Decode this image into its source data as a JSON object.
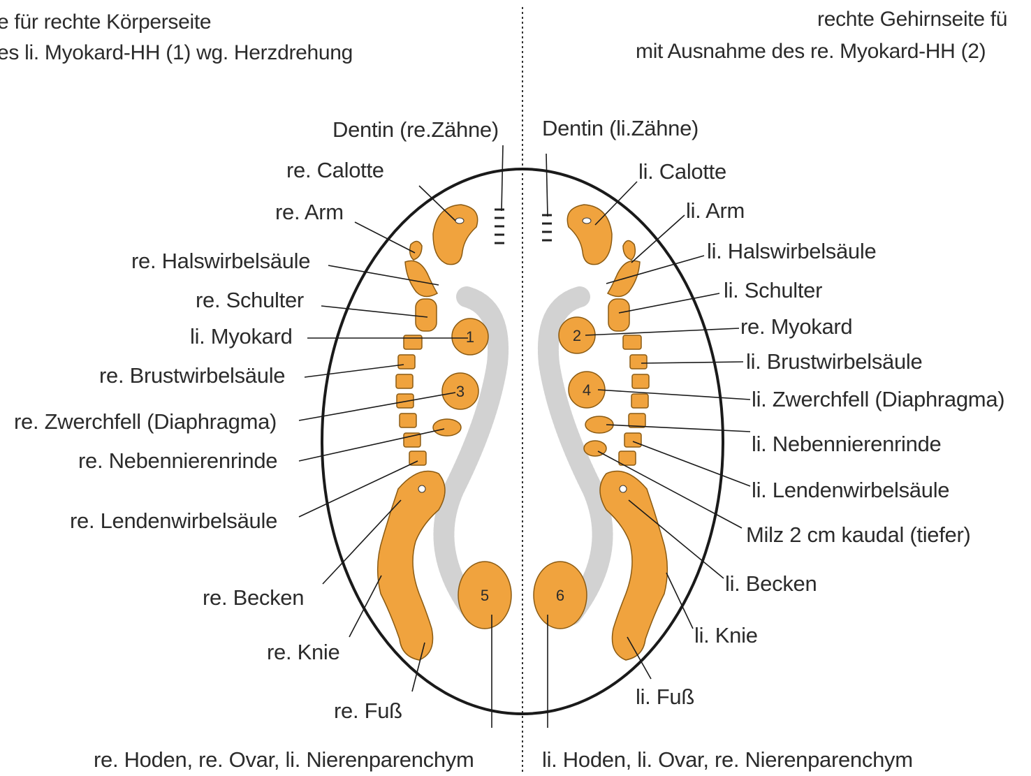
{
  "header": {
    "left_line1": "e für rechte Körperseite",
    "left_line2": "es li. Myokard-HH (1) wg. Herzdrehung",
    "right_line1": "rechte Gehirnseite fü",
    "right_line2": "mit Ausnahme des re. Myokard-HH (2)"
  },
  "labels_left": {
    "dentin": "Dentin (re.Zähne)",
    "calotte": "re. Calotte",
    "arm": "re. Arm",
    "halswirbel": "re. Halswirbelsäule",
    "schulter": "re. Schulter",
    "myokard": "li. Myokard",
    "brustwirbel": "re. Brustwirbelsäule",
    "zwerchfell": "re. Zwerchfell (Diaphragma)",
    "nebenniere": "re. Nebennierenrinde",
    "lendenwirbel": "re. Lendenwirbelsäule",
    "becken": "re. Becken",
    "knie": "re. Knie",
    "fuss": "re. Fuß",
    "bottom": "re. Hoden, re. Ovar, li. Nierenparenchym"
  },
  "labels_right": {
    "dentin": "Dentin (li.Zähne)",
    "calotte": "li. Calotte",
    "arm": "li. Arm",
    "halswirbel": "li. Halswirbelsäule",
    "schulter": "li. Schulter",
    "myokard": "re. Myokard",
    "brustwirbel": "li. Brustwirbelsäule",
    "zwerchfell": "li. Zwerchfell (Diaphragma)",
    "nebenniere": "li. Nebennierenrinde",
    "lendenwirbel": "li. Lendenwirbelsäule",
    "milz": "Milz 2 cm kaudal (tiefer)",
    "becken": "li. Becken",
    "knie": "li. Knie",
    "fuss": "li. Fuß",
    "bottom": "li. Hoden, li. Ovar, re. Nierenparenchym"
  },
  "relay_numbers": [
    "1",
    "2",
    "3",
    "4",
    "5",
    "6"
  ],
  "colors": {
    "relay_fill": "#f0a33e",
    "outline": "#1a1a1a",
    "ventricle": "#cfcfcf"
  }
}
